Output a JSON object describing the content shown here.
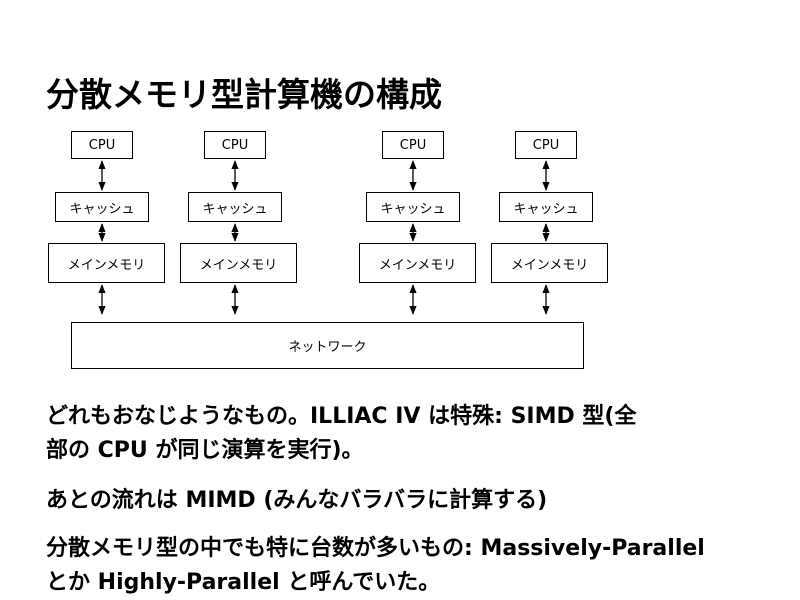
{
  "title": "分散メモリ型計算機の構成",
  "diagram": {
    "nodes": [
      {
        "cpu": "CPU",
        "cache": "キャッシュ",
        "memory": "メインメモリ"
      },
      {
        "cpu": "CPU",
        "cache": "キャッシュ",
        "memory": "メインメモリ"
      },
      {
        "cpu": "CPU",
        "cache": "キャッシュ",
        "memory": "メインメモリ"
      },
      {
        "cpu": "CPU",
        "cache": "キャッシュ",
        "memory": "メインメモリ"
      }
    ],
    "network": "ネットワーク"
  },
  "text": {
    "line1": "どれもおなじようなもの。ILLIAC IV は特殊: SIMD 型(全",
    "line2": "部の CPU が同じ演算を実行)。",
    "line3": "あとの流れは MIMD (みんなバラバラに計算する)",
    "line4": "分散メモリ型の中でも特に台数が多いもの: Massively-Parallel",
    "line5": "とか Highly-Parallel と呼んでいた。"
  }
}
